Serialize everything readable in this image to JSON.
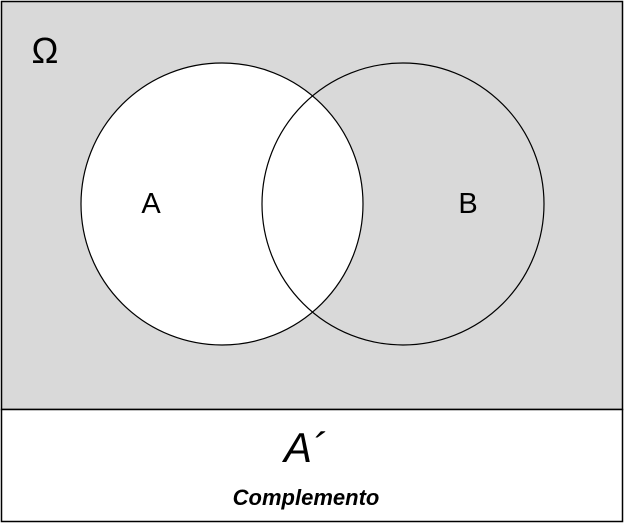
{
  "universe": {
    "symbol": "Ω",
    "fill_color": "#d9d9d9"
  },
  "sets": [
    {
      "label": "A",
      "fill_color": "#ffffff"
    },
    {
      "label": "B",
      "fill_color": "#d9d9d9"
    }
  ],
  "caption": {
    "symbol": "A´",
    "text": "Complemento",
    "fill_color": "#ffffff"
  },
  "stroke_color": "#000000"
}
